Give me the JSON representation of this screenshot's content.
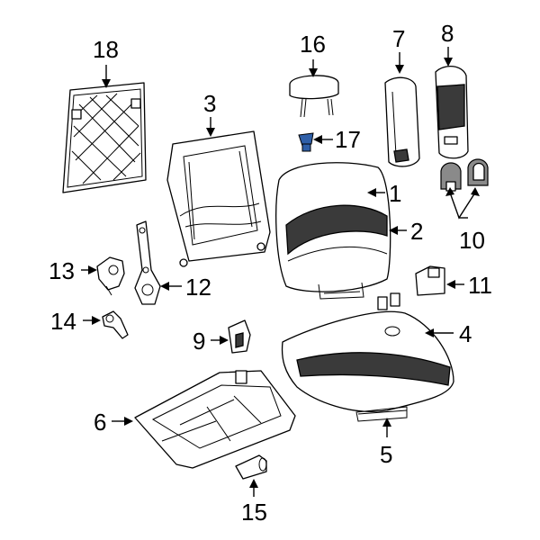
{
  "callouts": {
    "c1": "1",
    "c2": "2",
    "c3": "3",
    "c4": "4",
    "c5": "5",
    "c6": "6",
    "c7": "7",
    "c8": "8",
    "c9": "9",
    "c10": "10",
    "c11": "11",
    "c12": "12",
    "c13": "13",
    "c14": "14",
    "c15": "15",
    "c16": "16",
    "c17": "17",
    "c18": "18"
  },
  "colors": {
    "line": "#000000",
    "background": "#ffffff",
    "highlight_part": "#2f5fa8"
  },
  "highlighted_part": "17"
}
